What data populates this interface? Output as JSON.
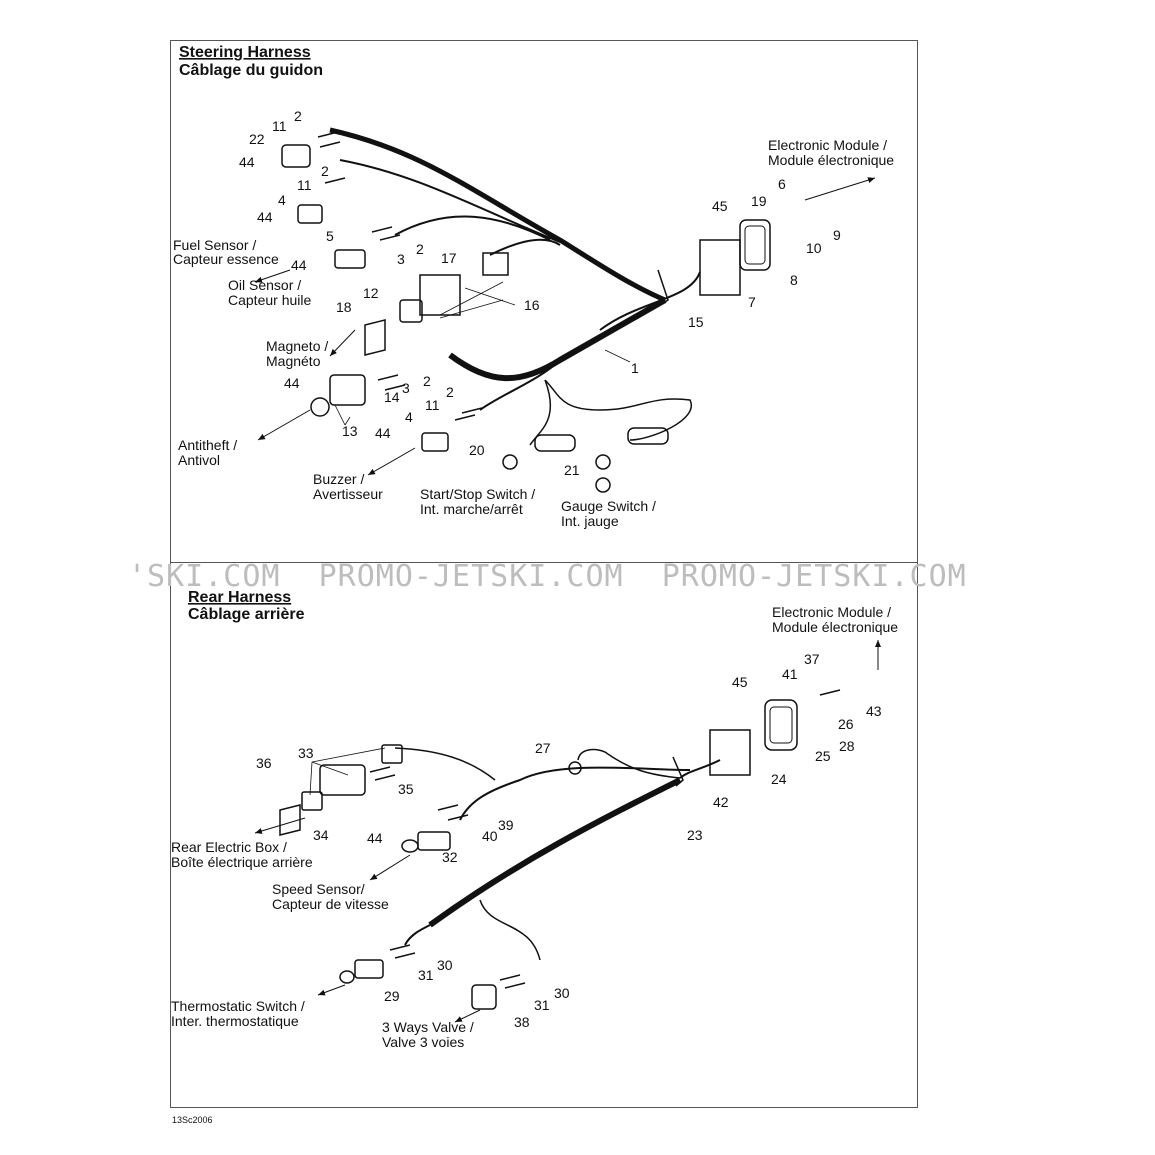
{
  "steering": {
    "title_en": "Steering Harness",
    "title_fr": "Câblage du guidon",
    "labels": {
      "electronic_module_en": "Electronic Module /",
      "electronic_module_fr": "Module électronique",
      "fuel_sensor_en": "Fuel Sensor /",
      "fuel_sensor_fr": "Capteur essence",
      "oil_sensor_en": "Oil Sensor /",
      "oil_sensor_fr": "Capteur huile",
      "magneto_en": "Magneto /",
      "magneto_fr": "Magnéto",
      "antitheft_en": "Antitheft /",
      "antitheft_fr": "Antivol",
      "buzzer_en": "Buzzer /",
      "buzzer_fr": "Avertisseur",
      "start_stop_en": "Start/Stop Switch /",
      "start_stop_fr": "Int. marche/arrêt",
      "gauge_switch_en": "Gauge Switch /",
      "gauge_switch_fr": "Int. jauge"
    },
    "callouts": [
      "2",
      "11",
      "22",
      "44",
      "2",
      "11",
      "4",
      "44",
      "5",
      "2",
      "3",
      "44",
      "17",
      "12",
      "18",
      "16",
      "45",
      "6",
      "19",
      "9",
      "10",
      "8",
      "7",
      "15",
      "1",
      "2",
      "3",
      "14",
      "44",
      "13",
      "2",
      "11",
      "4",
      "44",
      "20",
      "21"
    ]
  },
  "rear": {
    "title_en": "Rear Harness",
    "title_fr": "Câblage arrière",
    "labels": {
      "electronic_module_en": "Electronic Module /",
      "electronic_module_fr": "Module électronique",
      "rear_box_en": "Rear Electric Box /",
      "rear_box_fr": "Boîte électrique arrière",
      "speed_sensor_en": "Speed Sensor/",
      "speed_sensor_fr": "Capteur de vitesse",
      "thermo_en": "Thermostatic Switch /",
      "thermo_fr": "Inter. thermostatique",
      "valve_en": "3 Ways Valve /",
      "valve_fr": "Valve 3 voies"
    },
    "callouts": [
      "37",
      "41",
      "43",
      "26",
      "45",
      "25",
      "28",
      "27",
      "24",
      "42",
      "23",
      "33",
      "36",
      "35",
      "34",
      "39",
      "40",
      "44",
      "32",
      "30",
      "31",
      "29",
      "30",
      "31",
      "38"
    ]
  },
  "watermark": "'SKI.COM  PROMO-JETSKI.COM  PROMO-JETSKI.COM",
  "footer_code": "13Sc2006"
}
